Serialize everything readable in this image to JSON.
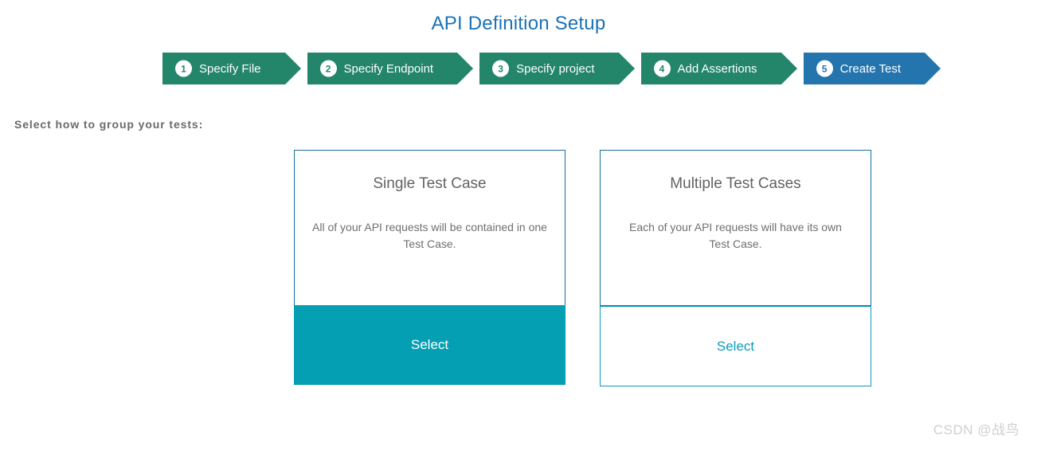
{
  "page": {
    "title": "API Definition Setup"
  },
  "wizard": {
    "steps": [
      {
        "number": "1",
        "label": "Specify File",
        "state": "done"
      },
      {
        "number": "2",
        "label": "Specify Endpoint",
        "state": "done"
      },
      {
        "number": "3",
        "label": "Specify project",
        "state": "done"
      },
      {
        "number": "4",
        "label": "Add Assertions",
        "state": "done"
      },
      {
        "number": "5",
        "label": "Create Test",
        "state": "active"
      }
    ],
    "colors": {
      "done": "#23856a",
      "active": "#2474ad",
      "label_text": "#ffffff"
    }
  },
  "instruction": {
    "text": "Select how to group your tests:"
  },
  "cards": [
    {
      "title": "Single Test Case",
      "description": "All of your API requests will be contained in one Test Case.",
      "select_label": "Select",
      "selected": true,
      "accent": "#049fb2"
    },
    {
      "title": "Multiple Test Cases",
      "description": "Each of your API requests will have its own Test Case.",
      "select_label": "Select",
      "selected": false,
      "accent": "#0c9abf"
    }
  ],
  "watermark": {
    "text": "CSDN @战鸟"
  }
}
